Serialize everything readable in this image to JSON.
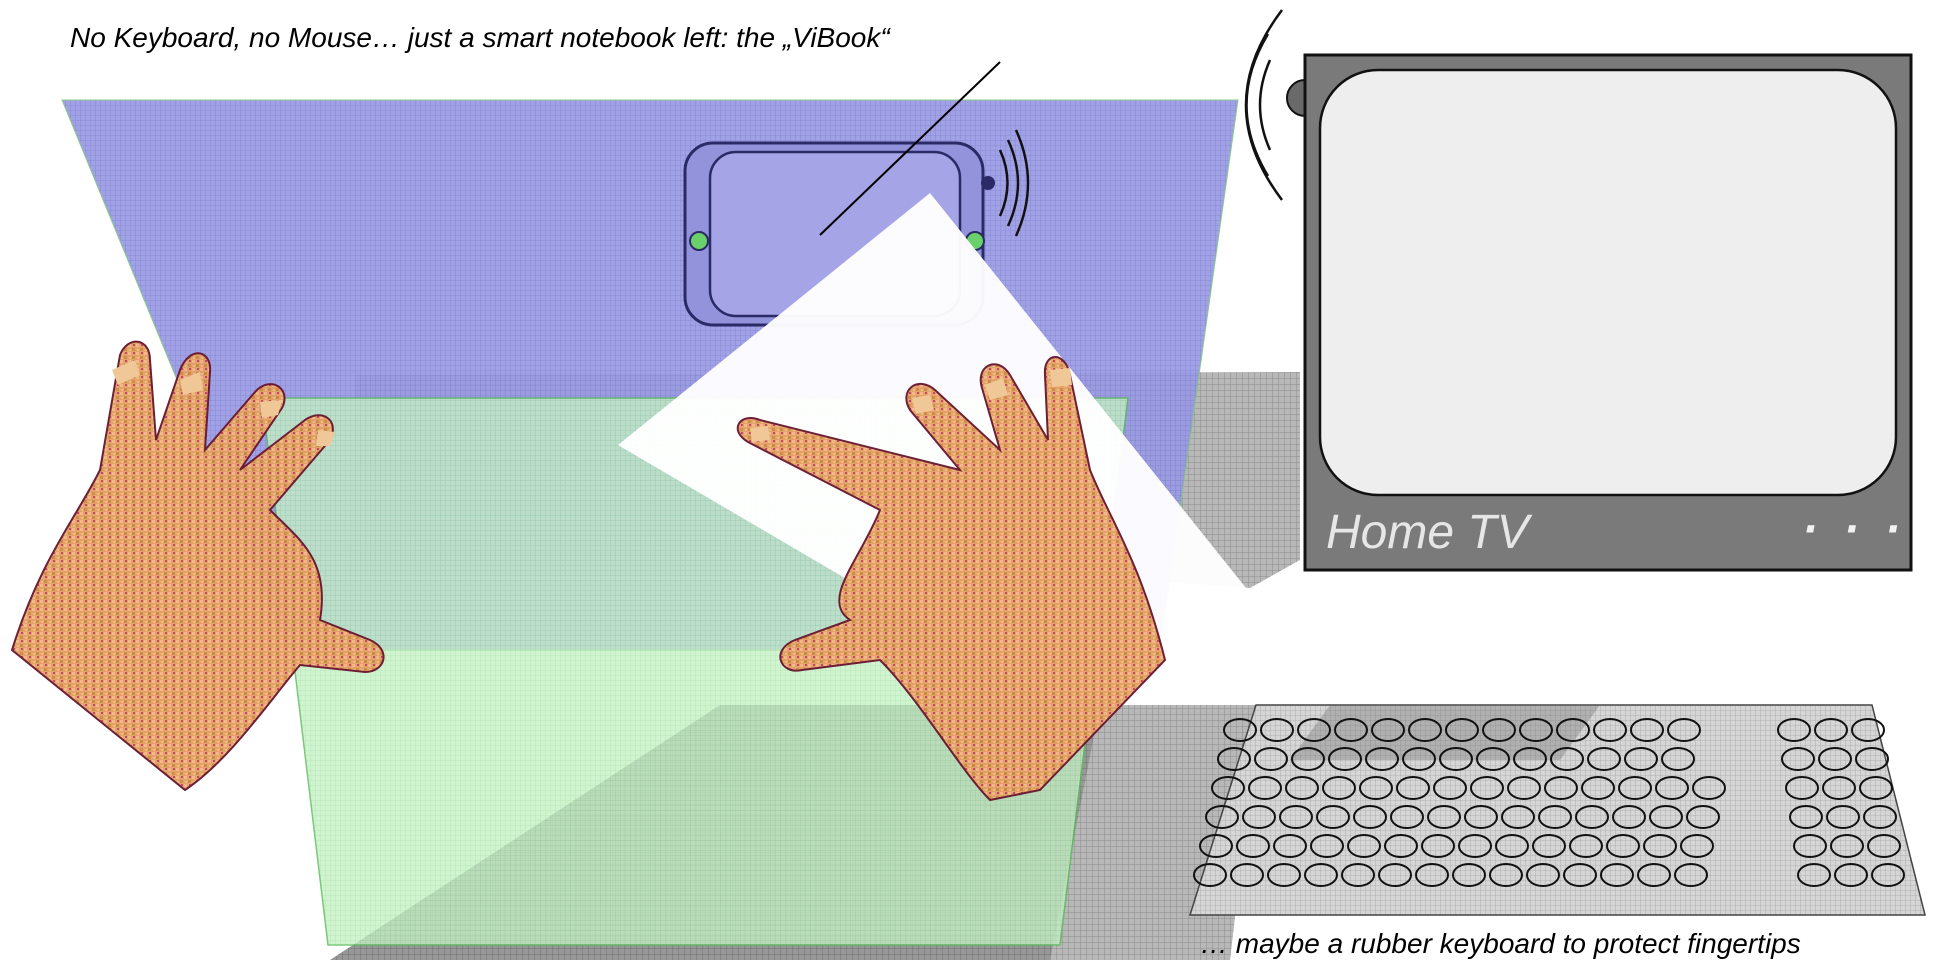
{
  "captions": {
    "top": "No Keyboard, no Mouse… just a smart notebook left: the „ViBook“",
    "bottom": "… maybe a rubber keyboard to protect fingertips"
  },
  "tv": {
    "label": "Home TV",
    "dots": "· · ·"
  },
  "colors": {
    "blue_plane": "#8a8ae0",
    "green_plane": "#a8e8a8",
    "tv_frame": "#7a7a7a",
    "tv_screen": "#eeeeee",
    "device_fill": "#9999dd",
    "device_outline": "#2a2a66",
    "skin": "#e0a070",
    "nail": "#f0c8a0",
    "accent_red": "#c03050"
  },
  "keyboard": {
    "rows": [
      13,
      13,
      14,
      14,
      14,
      14
    ],
    "numpad_cols": 3
  }
}
